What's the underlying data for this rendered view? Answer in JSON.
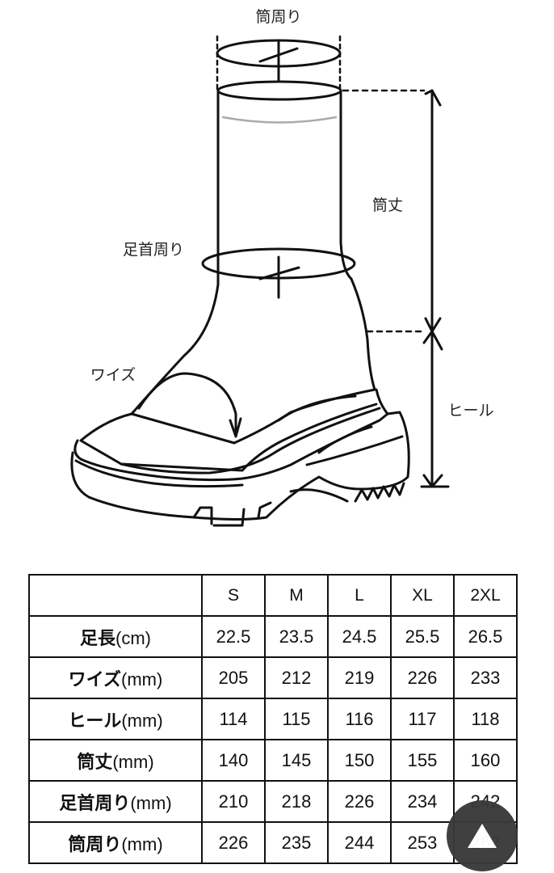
{
  "diagram": {
    "labels": {
      "shaft_circumference": "筒周り",
      "shaft_height": "筒丈",
      "ankle_circumference": "足首周り",
      "width": "ワイズ",
      "heel": "ヒール"
    },
    "icon": "boot-measurement-diagram"
  },
  "table": {
    "columns": [
      "S",
      "M",
      "L",
      "XL",
      "2XL"
    ],
    "rows": [
      {
        "name": "足長",
        "unit": "(cm)",
        "values": [
          "22.5",
          "23.5",
          "24.5",
          "25.5",
          "26.5"
        ]
      },
      {
        "name": "ワイズ",
        "unit": "(mm)",
        "values": [
          "205",
          "212",
          "219",
          "226",
          "233"
        ]
      },
      {
        "name": "ヒール",
        "unit": "(mm)",
        "values": [
          "114",
          "115",
          "116",
          "117",
          "118"
        ]
      },
      {
        "name": "筒丈",
        "unit": "(mm)",
        "values": [
          "140",
          "145",
          "150",
          "155",
          "160"
        ]
      },
      {
        "name": "足首周り",
        "unit": "(mm)",
        "values": [
          "210",
          "218",
          "226",
          "234",
          "242"
        ]
      },
      {
        "name": "筒周り",
        "unit": "(mm)",
        "values": [
          "226",
          "235",
          "244",
          "253",
          "262"
        ]
      }
    ]
  },
  "scroll_top": {
    "icon": "triangle-up-icon",
    "color": "#3a3a3a"
  }
}
